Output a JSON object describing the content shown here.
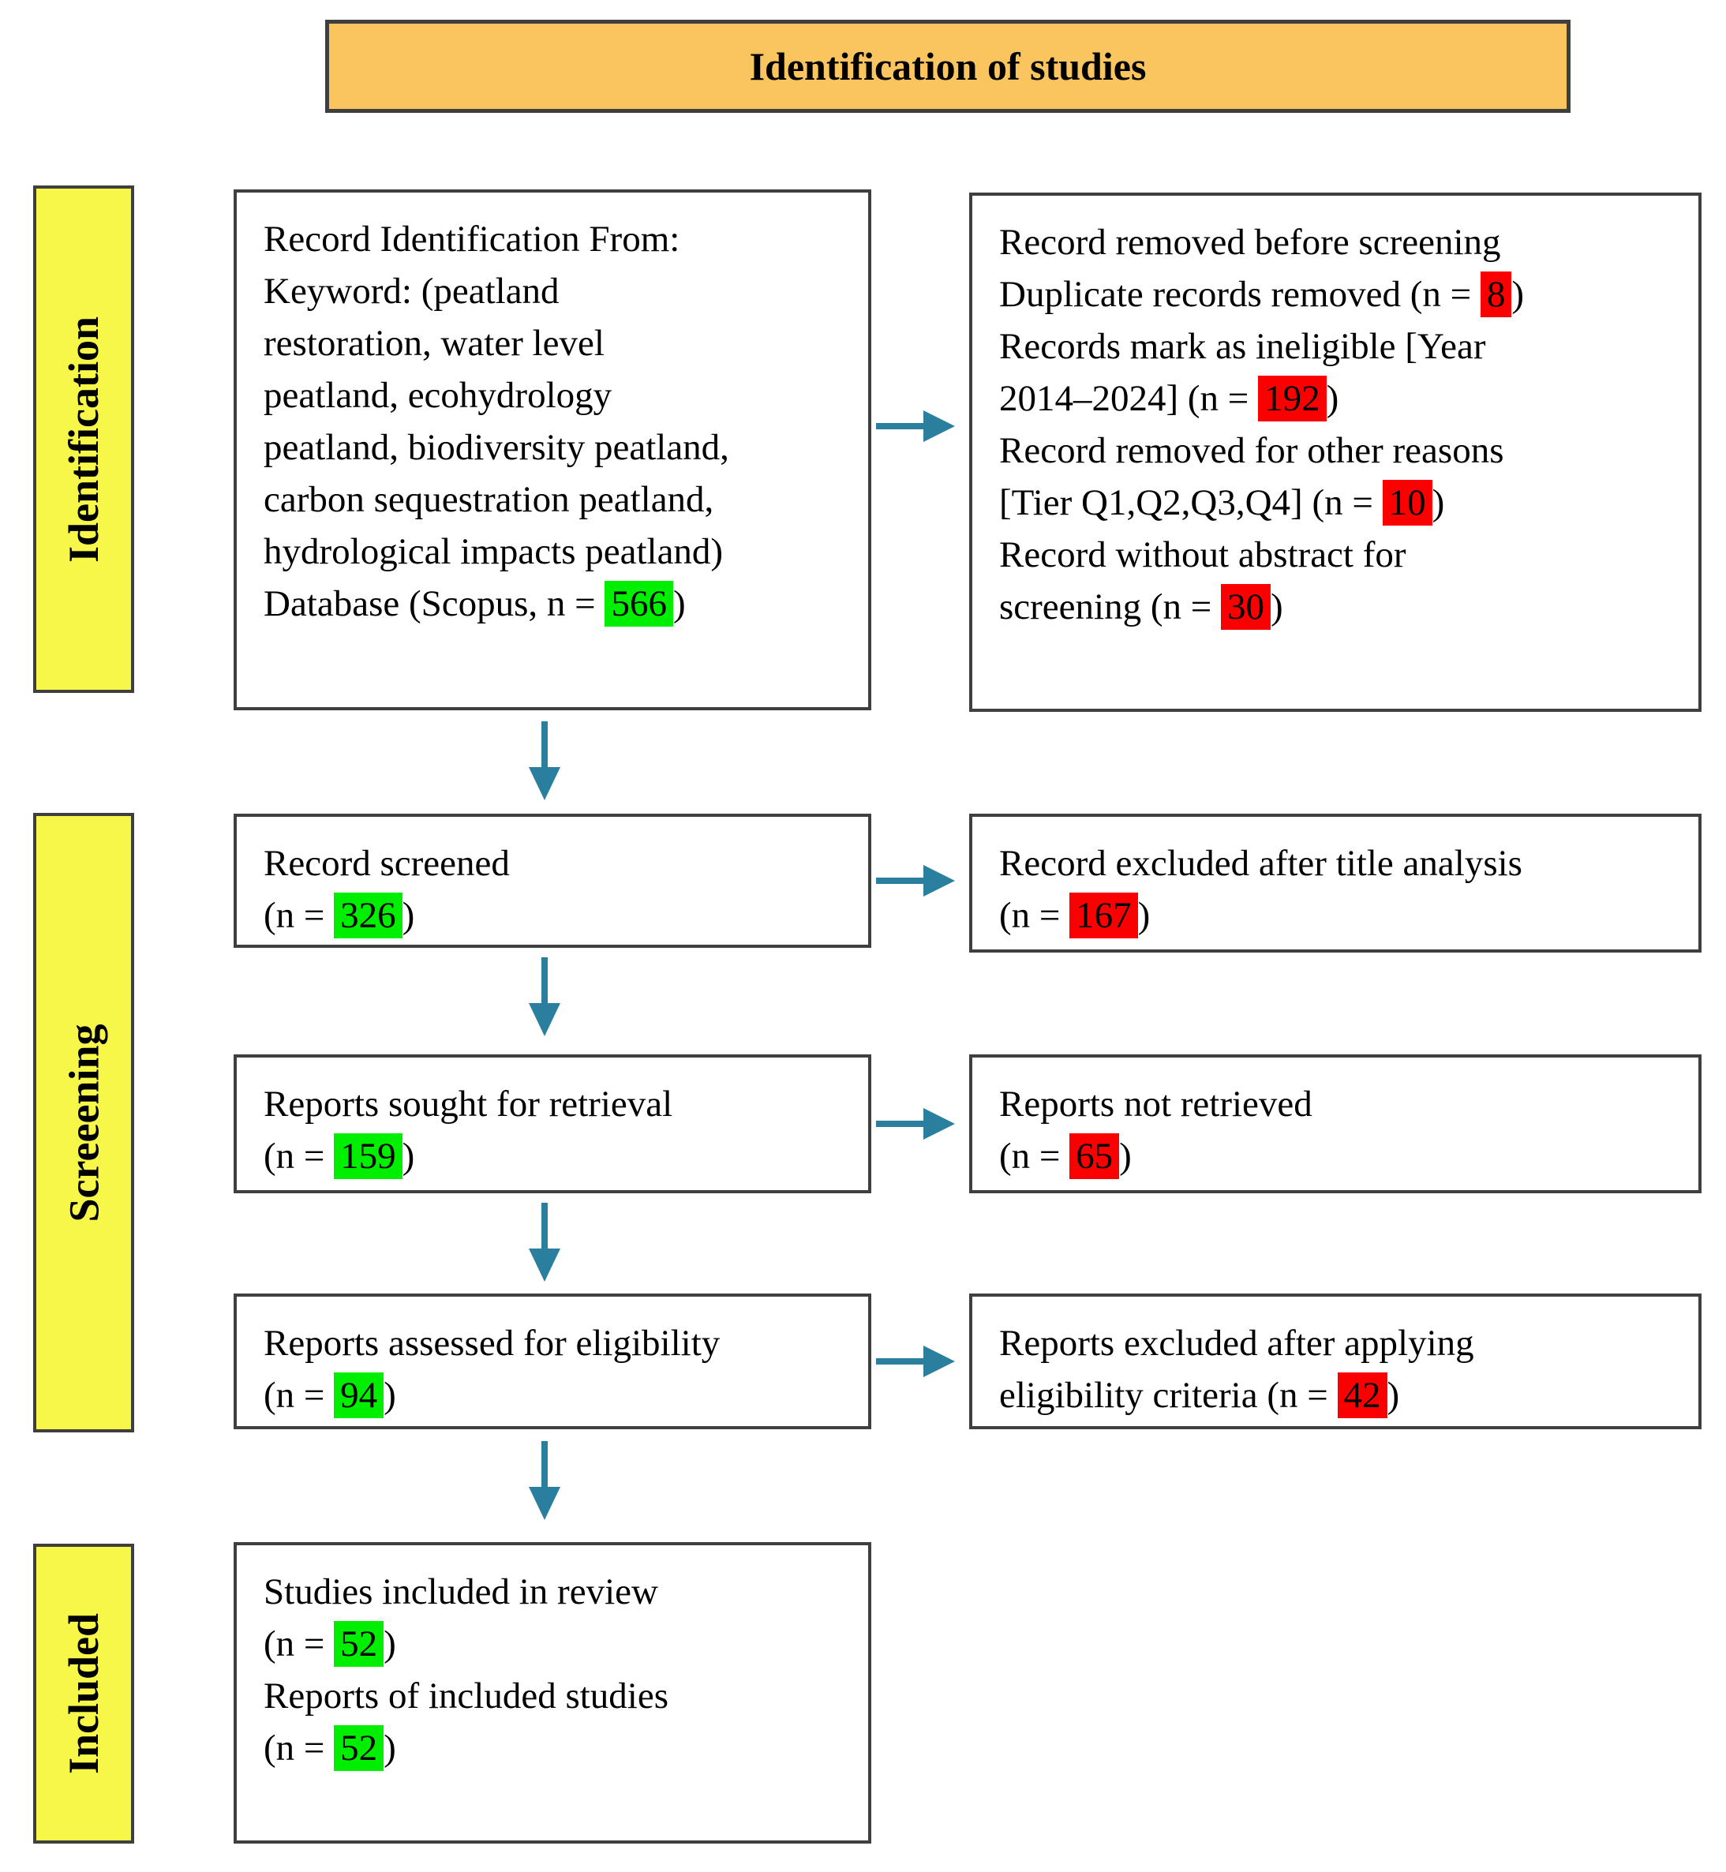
{
  "flow": {
    "title": "Identification of studies",
    "stages": {
      "identification": "Identification",
      "screening": "Screeening",
      "included": "Included"
    },
    "boxes": {
      "records_identified": [
        [
          {
            "t": "Record Identification From:"
          }
        ],
        [
          {
            "t": "Keyword: (peatland"
          }
        ],
        [
          {
            "t": "restoration, water level"
          }
        ],
        [
          {
            "t": "peatland, ecohydrology"
          }
        ],
        [
          {
            "t": "peatland, biodiversity peatland,"
          }
        ],
        [
          {
            "t": "carbon sequestration peatland,"
          }
        ],
        [
          {
            "t": "hydrological impacts peatland)"
          }
        ],
        [
          {
            "t": "Database (Scopus, n = "
          },
          {
            "t": "566",
            "h": "green"
          },
          {
            "t": ")"
          }
        ]
      ],
      "records_removed": [
        [
          {
            "t": "Record removed before screening"
          }
        ],
        [
          {
            "t": "Duplicate records removed (n = "
          },
          {
            "t": "8",
            "h": "red"
          },
          {
            "t": ")"
          }
        ],
        [
          {
            "t": "Records mark as ineligible [Year"
          }
        ],
        [
          {
            "t": "2014–2024] (n = "
          },
          {
            "t": "192",
            "h": "red"
          },
          {
            "t": ")"
          }
        ],
        [
          {
            "t": "Record removed for other reasons"
          }
        ],
        [
          {
            "t": "[Tier Q1,Q2,Q3,Q4] (n = "
          },
          {
            "t": "10",
            "h": "red"
          },
          {
            "t": ")"
          }
        ],
        [
          {
            "t": "Record without abstract for"
          }
        ],
        [
          {
            "t": "screening (n = "
          },
          {
            "t": "30",
            "h": "red"
          },
          {
            "t": ")"
          }
        ]
      ],
      "records_screened": [
        [
          {
            "t": "Record screened"
          }
        ],
        [
          {
            "t": "(n = "
          },
          {
            "t": "326",
            "h": "green"
          },
          {
            "t": ")"
          }
        ]
      ],
      "records_excluded": [
        [
          {
            "t": "Record excluded after title analysis"
          }
        ],
        [
          {
            "t": "(n = "
          },
          {
            "t": "167",
            "h": "red"
          },
          {
            "t": ")"
          }
        ]
      ],
      "reports_sought": [
        [
          {
            "t": "Reports sought for retrieval"
          }
        ],
        [
          {
            "t": "(n = "
          },
          {
            "t": "159",
            "h": "green"
          },
          {
            "t": ")"
          }
        ]
      ],
      "reports_not_retrieved": [
        [
          {
            "t": "Reports not retrieved"
          }
        ],
        [
          {
            "t": "(n = "
          },
          {
            "t": "65",
            "h": "red"
          },
          {
            "t": ")"
          }
        ]
      ],
      "reports_assessed": [
        [
          {
            "t": "Reports assessed for eligibility"
          }
        ],
        [
          {
            "t": "(n = "
          },
          {
            "t": "94",
            "h": "green"
          },
          {
            "t": ")"
          }
        ]
      ],
      "reports_excluded": [
        [
          {
            "t": "Reports excluded after applying"
          }
        ],
        [
          {
            "t": "eligibility criteria (n = "
          },
          {
            "t": "42",
            "h": "red"
          },
          {
            "t": ")"
          }
        ]
      ],
      "studies_included": [
        [
          {
            "t": "Studies included in review"
          }
        ],
        [
          {
            "t": "(n = "
          },
          {
            "t": "52",
            "h": "green"
          },
          {
            "t": ")"
          }
        ],
        [
          {
            "t": "Reports of included studies"
          }
        ],
        [
          {
            "t": "(n = "
          },
          {
            "t": "52",
            "h": "green"
          },
          {
            "t": ")"
          }
        ]
      ]
    },
    "colors": {
      "highlight_green": "#00EE00",
      "highlight_red": "#FB0000",
      "stage_yellow": "#F7F74A",
      "header_orange": "#FAC45F",
      "arrow_teal": "#2B7F9E",
      "border_gray": "#3F3F3F"
    }
  }
}
